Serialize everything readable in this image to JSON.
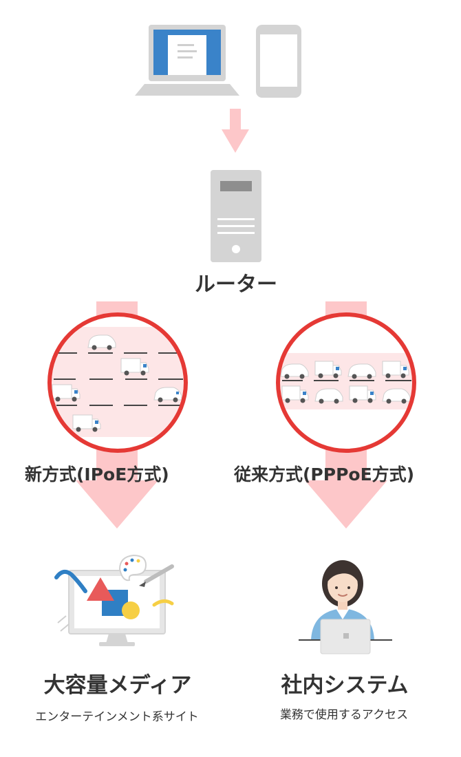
{
  "router": {
    "label": "ルーター"
  },
  "methods": {
    "new_label": "新方式(IPoE方式)",
    "old_label": "従来方式(PPPoE方式)"
  },
  "destinations": {
    "media_title": "大容量メディア",
    "media_caption": "エンターテインメント系サイト",
    "internal_title": "社内システム",
    "internal_caption": "業務で使用するアクセス"
  },
  "colors": {
    "arrow": "#fdc7c9",
    "road_bg": "#fde6e7",
    "circle": "#e53935",
    "device_gray": "#d4d4d4",
    "screen_blue": "#3a83c9",
    "text": "#333333"
  },
  "icons": [
    "laptop-icon",
    "smartphone-icon",
    "router-server-icon",
    "car-icon",
    "truck-icon",
    "monitor-art-icon",
    "woman-laptop-icon"
  ]
}
